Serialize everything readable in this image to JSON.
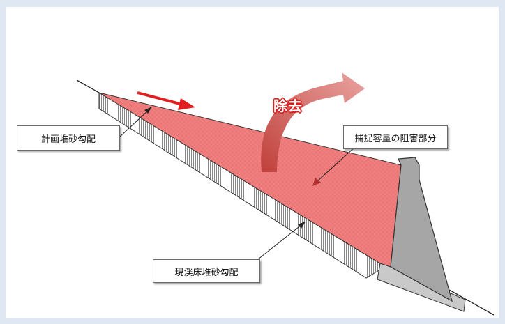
{
  "labels": {
    "planned_gradient": "計画堆砂勾配",
    "current_bed_gradient": "現渓床堆砂勾配",
    "obstruction": "捕捉容量の阻害部分",
    "removal": "除去"
  },
  "colors": {
    "sediment_fill": "#f08080",
    "dam_fill": "#a6a6a6",
    "removal_arrow": "#c0504d",
    "flow_arrow": "#e02020",
    "background": "#dfe7f3"
  },
  "icons": {
    "flow_arrow": "arrow-right-icon",
    "removal_arrow": "curved-arrow-icon"
  }
}
